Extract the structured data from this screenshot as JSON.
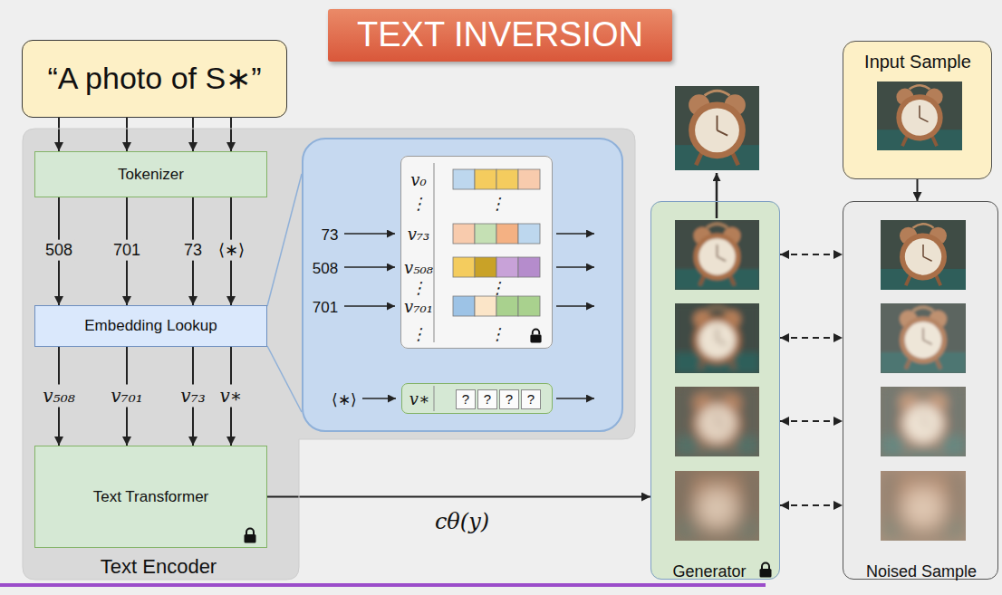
{
  "diagram": {
    "title": "TEXT INVERSION",
    "nodes": [
      {
        "text": [
          "“A photo of S∗”"
        ]
      },
      {
        "text": [
          "Text Encoder"
        ]
      },
      {
        "text": [
          "Tokenizer"
        ],
        "in": 1
      },
      {
        "text": [
          "Embedding Lookup"
        ],
        "in": 1
      },
      {
        "text": [
          "Text Transformer"
        ],
        "in": 1
      },
      {
        "text": [
          "73",
          "508",
          "701",
          "⟨∗⟩"
        ],
        "in": 1
      },
      {
        "text": [
          "v₀",
          "⋮",
          "⋮",
          "v₇₃",
          "v₅₀₈",
          "⋮",
          "⋮",
          "v₇₀₁",
          "⋮",
          "⋮"
        ],
        "in": 5
      },
      {
        "text": [
          "v∗",
          "?",
          "?",
          "?",
          "?"
        ],
        "in": 5
      },
      {
        "text": [
          "Generator"
        ]
      },
      {
        "text": [
          "Input Sample"
        ]
      },
      {
        "text": [
          "Noised Sample"
        ]
      }
    ],
    "edges": [
      {
        "from": 0,
        "to": 2,
        "arrow": "to"
      },
      {
        "from": 2,
        "to": 3,
        "arrow": "to"
      },
      {
        "from": 3,
        "to": 4,
        "arrow": "to"
      },
      {
        "from": 3,
        "to": 5,
        "arrow": "none"
      },
      {
        "from": 4,
        "to": 8,
        "arrow": "to",
        "label": "cθ(y)"
      },
      {
        "from": 9,
        "to": 10,
        "arrow": "to"
      },
      {
        "from": 8,
        "to": 10,
        "arrow": "both"
      }
    ],
    "labels": [
      "508",
      "701",
      "73",
      "⟨∗⟩",
      "v₅₀₈",
      "v₇₀₁",
      "v₇₃",
      "v∗"
    ]
  }
}
